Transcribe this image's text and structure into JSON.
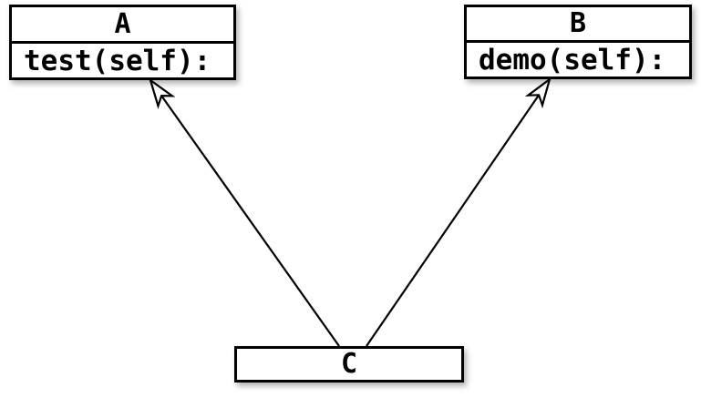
{
  "diagram": {
    "kind": "uml-class-inheritance",
    "background_color": "#ffffff",
    "stroke_color": "#000000",
    "node_fill_color": "#ffffff",
    "nodes": [
      {
        "id": "A",
        "title": "A",
        "method": "test(self):"
      },
      {
        "id": "B",
        "title": "B",
        "method": "demo(self):"
      },
      {
        "id": "C",
        "title": "C"
      }
    ],
    "edges": [
      {
        "from": "C",
        "to": "A",
        "type": "inheritance",
        "arrowhead": "hollow-open-triangle"
      },
      {
        "from": "C",
        "to": "B",
        "type": "inheritance",
        "arrowhead": "hollow-open-triangle"
      }
    ]
  }
}
